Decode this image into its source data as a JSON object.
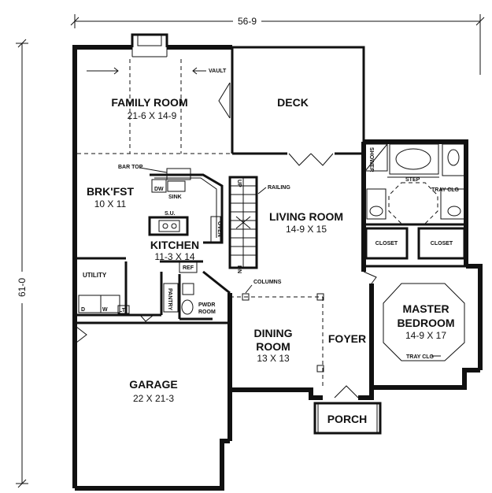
{
  "dimensions": {
    "overall_width": "56-9",
    "overall_depth": "61-0"
  },
  "rooms": {
    "family_room": {
      "name": "FAMILY ROOM",
      "size": "21-6 X 14-9"
    },
    "deck": {
      "name": "DECK"
    },
    "brkfst": {
      "name": "BRK'FST",
      "size": "10 X 11"
    },
    "kitchen": {
      "name": "KITCHEN",
      "size": "11-3 X 14"
    },
    "living_room": {
      "name": "LIVING ROOM",
      "size": "14-9 X 15"
    },
    "master_bedroom": {
      "name_line1": "MASTER",
      "name_line2": "BEDROOM",
      "size": "14-9 X 17"
    },
    "dining_room": {
      "name_line1": "DINING",
      "name_line2": "ROOM",
      "size": "13 X 13"
    },
    "foyer": {
      "name": "FOYER"
    },
    "garage": {
      "name": "GARAGE",
      "size": "22 X 21-3"
    },
    "porch": {
      "name": "PORCH"
    },
    "utility": {
      "name": "UTILITY"
    }
  },
  "labels": {
    "vault": "VAULT",
    "bar_top": "BAR TOP",
    "dw": "DW",
    "sink": "SINK",
    "su": "S.U.",
    "oven": "OVEN",
    "ref": "REF",
    "pantry": "PANTRY",
    "pwdr_room_line1": "PWDR",
    "pwdr_room_line2": "ROOM",
    "railing": "RAILING",
    "up": "UP",
    "dn": "DN",
    "columns": "COLUMNS",
    "shower": "SHOWER",
    "step": "STEP",
    "tray_clg": "TRAY CLG",
    "tray_clg_bedroom": "TRAY CLG",
    "closet_left": "CLOSET",
    "closet_right": "CLOSET",
    "d": "D",
    "w": "W",
    "lt": "LT"
  }
}
